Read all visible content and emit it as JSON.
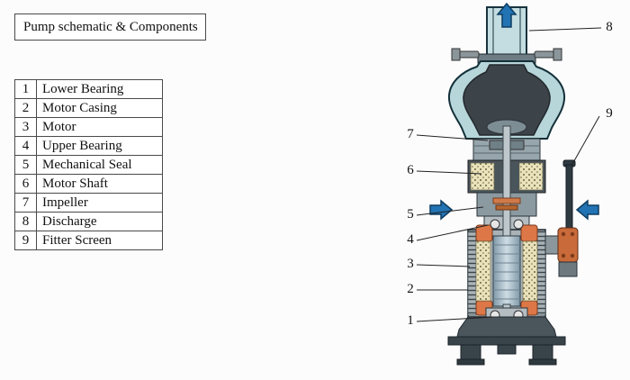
{
  "title": "Pump schematic & Components",
  "table": {
    "rows": [
      {
        "num": "1",
        "label": "Lower Bearing"
      },
      {
        "num": "2",
        "label": "Motor Casing"
      },
      {
        "num": "3",
        "label": "Motor"
      },
      {
        "num": "4",
        "label": "Upper Bearing"
      },
      {
        "num": "5",
        "label": "Mechanical Seal"
      },
      {
        "num": "6",
        "label": "Motor Shaft"
      },
      {
        "num": "7",
        "label": "Impeller"
      },
      {
        "num": "8",
        "label": "Discharge"
      },
      {
        "num": "9",
        "label": "Fitter Screen"
      }
    ]
  },
  "callouts": {
    "c1": "1",
    "c2": "2",
    "c3": "3",
    "c4": "4",
    "c5": "5",
    "c6": "6",
    "c7": "7",
    "c8": "8",
    "c9": "9"
  },
  "colors": {
    "flow_arrow": "#2273b4",
    "water": "#b7d6da",
    "winding": "#dd7747",
    "casing_dark": "#3c4349"
  }
}
